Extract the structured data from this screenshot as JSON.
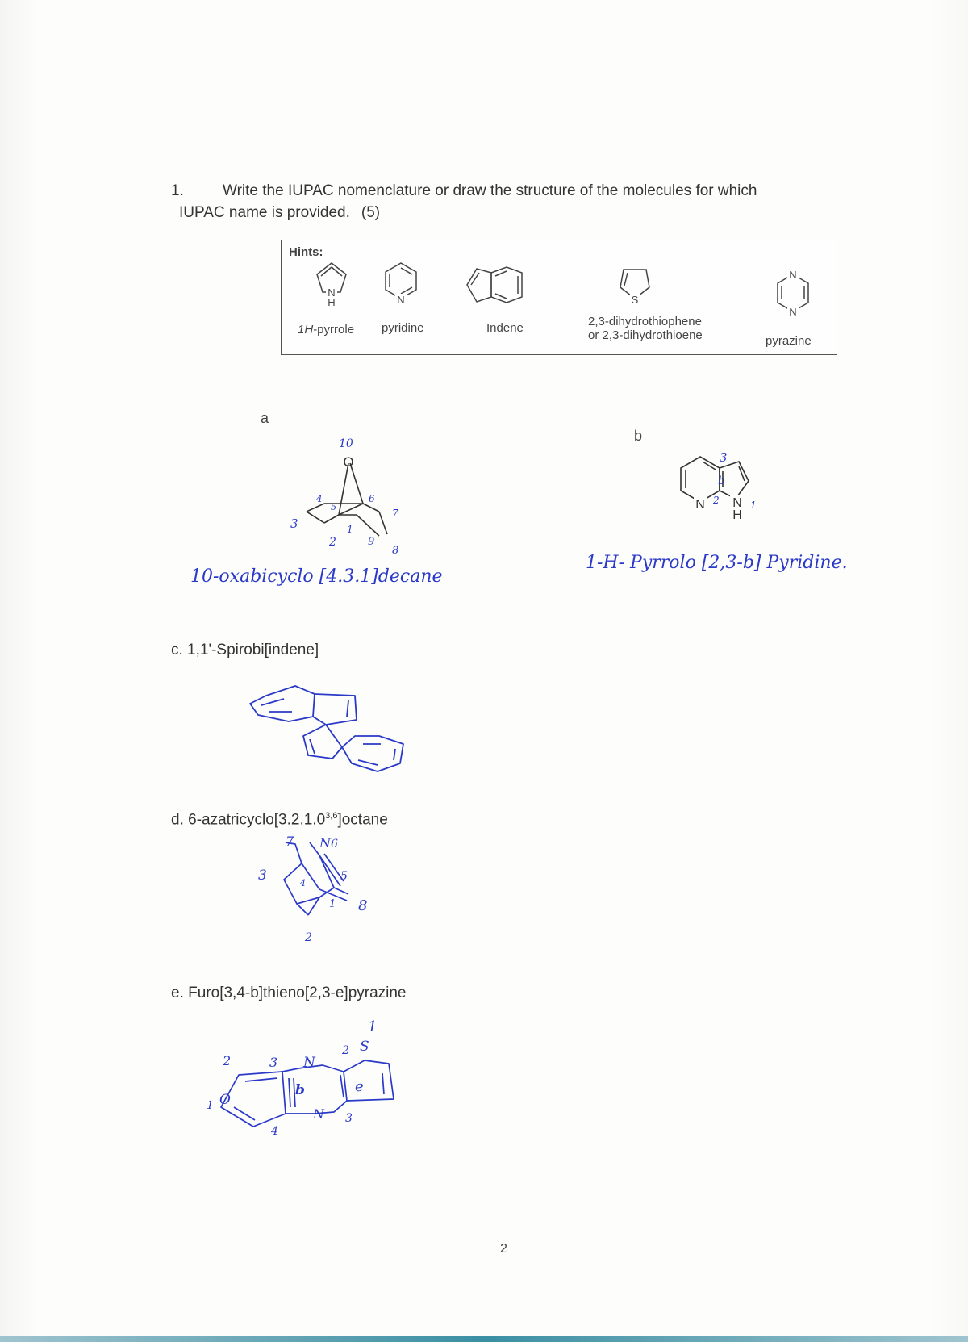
{
  "question": {
    "number": "1.",
    "text_line1": "Write the IUPAC nomenclature or draw the structure of the molecules for which",
    "text_line2": "IUPAC name is provided.",
    "points": "(5)"
  },
  "hints": {
    "title": "Hints:",
    "items": [
      {
        "label_prefix": "1H",
        "label_suffix": "-pyrrole",
        "icon": "pyrrole-structure-icon"
      },
      {
        "label": "pyridine",
        "icon": "pyridine-structure-icon"
      },
      {
        "label": "Indene",
        "icon": "indene-structure-icon"
      },
      {
        "label_line1": "2,3-dihydrothiophene",
        "label_line2": "or 2,3-dihydrothioene",
        "icon": "dihydrothiophene-structure-icon"
      },
      {
        "label": "pyrazine",
        "icon": "pyrazine-structure-icon"
      }
    ],
    "atoms": {
      "N": "N",
      "H": "H",
      "S": "S"
    }
  },
  "parts": {
    "a": {
      "letter": "a",
      "answer": "10-oxabicyclo [4.3.1]decane",
      "atom_O": "O",
      "numbers": [
        "10",
        "4",
        "5",
        "6",
        "7",
        "3",
        "2",
        "1",
        "9",
        "8"
      ]
    },
    "b": {
      "letter": "b",
      "answer": "1-H- Pyrrolo [2,3-b] Pyridine.",
      "atoms": {
        "N1": "N",
        "N2": "N",
        "H": "H"
      },
      "numbers": [
        "3",
        "b",
        "2",
        "1"
      ]
    },
    "c": {
      "label": "c. 1,1'-Spirobi[indene]"
    },
    "d": {
      "label_prefix": "d. 6-azatricyclo[3.2.1.0",
      "label_sup": "3,6",
      "label_suffix": "]octane",
      "numbers": [
        "7",
        "N",
        "6",
        "3",
        "4",
        "5",
        "1",
        "8",
        "2"
      ]
    },
    "e": {
      "label": "e. Furo[3,4-b]thieno[2,3-e]pyrazine",
      "numbers": [
        "1",
        "2",
        "3",
        "N",
        "2",
        "S",
        "1",
        "O",
        "b",
        "e",
        "N",
        "4",
        "3"
      ]
    }
  },
  "page_number": "2",
  "colors": {
    "ink": "#2a39c8",
    "print": "#333333",
    "accent_rule": "#3b8fa3"
  }
}
